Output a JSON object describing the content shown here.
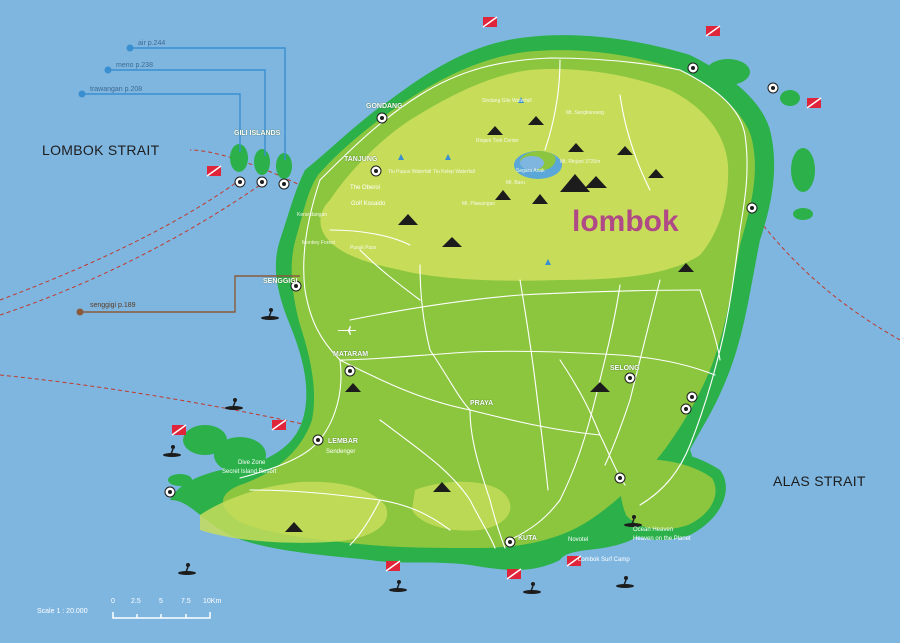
{
  "map": {
    "island_name": "lombok",
    "seas": {
      "west": "LOMBOK STRAIT",
      "east": "ALAS STRAIT"
    },
    "towns": [
      "GONDANG",
      "GILI ISLANDS",
      "TANJUNG",
      "SENGGIGI",
      "MATARAM",
      "PRAYA",
      "SELONG",
      "LEMBAR",
      "KUTA"
    ],
    "landmarks": [
      "Rinjani Trek Center",
      "The Oberoi",
      "Golf Kosaido",
      "Sendenger",
      "Dive Zone",
      "Secret Island Resort",
      "Novotel",
      "Lombok Surf Camp",
      "Ocean Heaven",
      "Heaven on the Planet",
      "Sindang Gile Waterfall",
      "Segara Anak",
      "Tiu Pupus Waterfall",
      "Tiu Kelep Waterfall",
      "Monkey Forest",
      "Kerandangan",
      "Pusuk Pass"
    ],
    "peaks": [
      "Mt. Rinjani 3726m",
      "Mt. Baru",
      "Mt. Sangkareang",
      "Mt. Plawangan"
    ],
    "references": {
      "air": "air p.244",
      "meno": "meno p.238",
      "trawangan": "trawangan p.208",
      "senggigi": "senggigi p.189"
    },
    "scale": {
      "label": "Scale 1 : 20.000",
      "ticks": [
        "0",
        "2.5",
        "5",
        "7.5",
        "10Km"
      ]
    },
    "colors": {
      "sea": "#7fb6e0",
      "coast": "#2bb04a",
      "lowland": "#8cc63f",
      "highland": "#c7dd5a",
      "roads": "#ffffff",
      "title": "#b04a86",
      "ferry_routes": "#c0392b",
      "reference_lines": "#3a8fd0",
      "senggigi_reference": "#8a5a3a",
      "dive_flag": "#e0243a"
    },
    "icons": [
      "dive-flag-icon",
      "surfer-icon",
      "mountain-icon",
      "waterfall-icon",
      "hotel-icon",
      "airplane-icon",
      "golf-icon",
      "viewpoint-icon"
    ]
  }
}
